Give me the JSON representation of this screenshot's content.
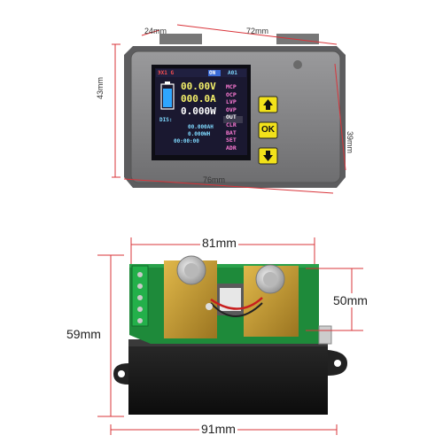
{
  "top_meter": {
    "dims": {
      "depth": "24mm",
      "width_top": "72mm",
      "height_left": "43mm",
      "height_right": "39mm",
      "width_bottom": "76mm"
    },
    "screen": {
      "header_left": "ЭХ1 G",
      "header_on": "ON",
      "header_addr": "A01",
      "voltage": "00.00V",
      "current": "000.0A",
      "power": "0.000W",
      "dis_label": "DIS:",
      "ah": "00.000AH",
      "wh": "0.000WH",
      "time": "00:00:00",
      "menu": [
        "MCP",
        "OCP",
        "LVP",
        "OVP",
        "OUT",
        "CLR",
        "BAT",
        "SET",
        "ADR"
      ],
      "selected_menu_index": 4
    },
    "buttons": {
      "ok_label": "OK"
    },
    "colors": {
      "bezel": "#8a8a8c",
      "screen": "#1a1830",
      "button_yellow": "#f2e21a",
      "text_yellow": "#f4f06a",
      "text_white": "#ffffff",
      "text_cyan": "#7fd9ff",
      "menu_pink": "#ff7bd6"
    }
  },
  "shunt": {
    "dims": {
      "width_top": "81mm",
      "height_right": "50mm",
      "height_left": "59mm",
      "width_bottom": "91mm"
    }
  }
}
